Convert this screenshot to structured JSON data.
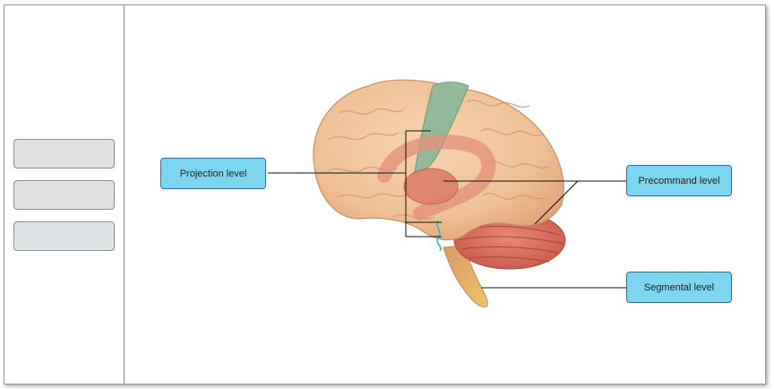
{
  "word_bank": {
    "slots": [
      {
        "label": ""
      },
      {
        "label": ""
      },
      {
        "label": ""
      }
    ]
  },
  "labels": {
    "projection": "Projection level",
    "precommand": "Precommand level",
    "segmental": "Segmental level"
  },
  "icons": {
    "brain": "brain-illustration"
  },
  "colors": {
    "label_fill": "#7dd6f0",
    "label_border": "#2c6fa8",
    "motor_cortex": "#8fb89a",
    "basal_nuclei": "#e38f7a",
    "cerebellum": "#d9705c",
    "spinal_cord": "#e6b45c"
  }
}
